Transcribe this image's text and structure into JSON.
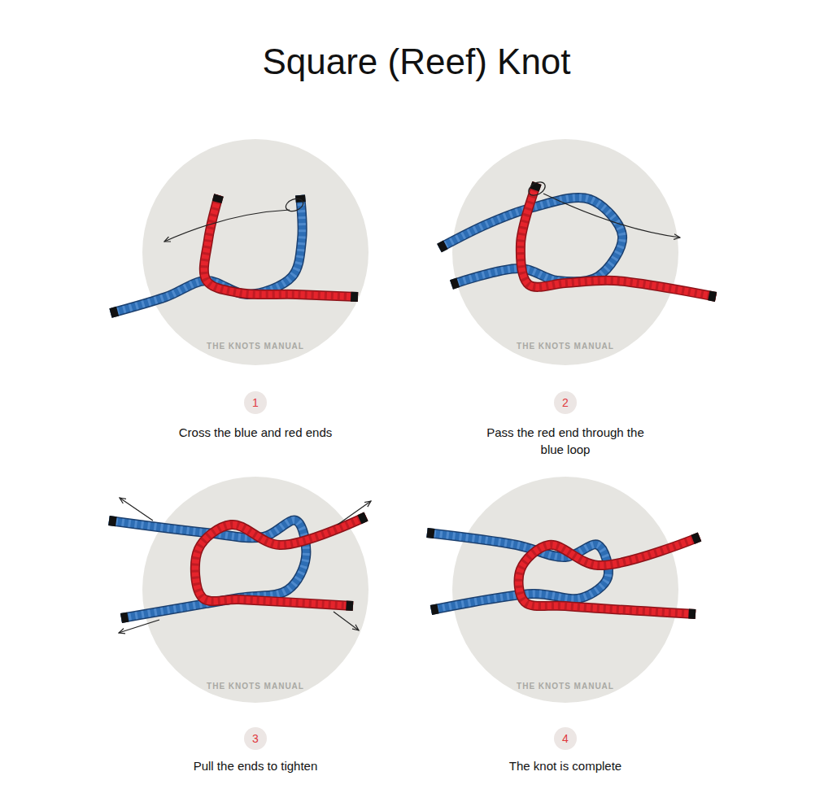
{
  "diagram": {
    "title": "Square (Reef) Knot",
    "nodes": [
      {
        "text": [
          "1"
        ]
      },
      {
        "text": [
          "2"
        ]
      },
      {
        "text": [
          "3"
        ]
      },
      {
        "text": [
          "4"
        ]
      }
    ],
    "labels": [
      "THE KNOTS MANUAL",
      "THE KNOTS MANUAL",
      "Cross the blue and red ends",
      "Pass the red end through the blue loop",
      "THE KNOTS MANUAL",
      "THE KNOTS MANUAL",
      "Pull the ends to tighten",
      "The knot is complete"
    ]
  }
}
